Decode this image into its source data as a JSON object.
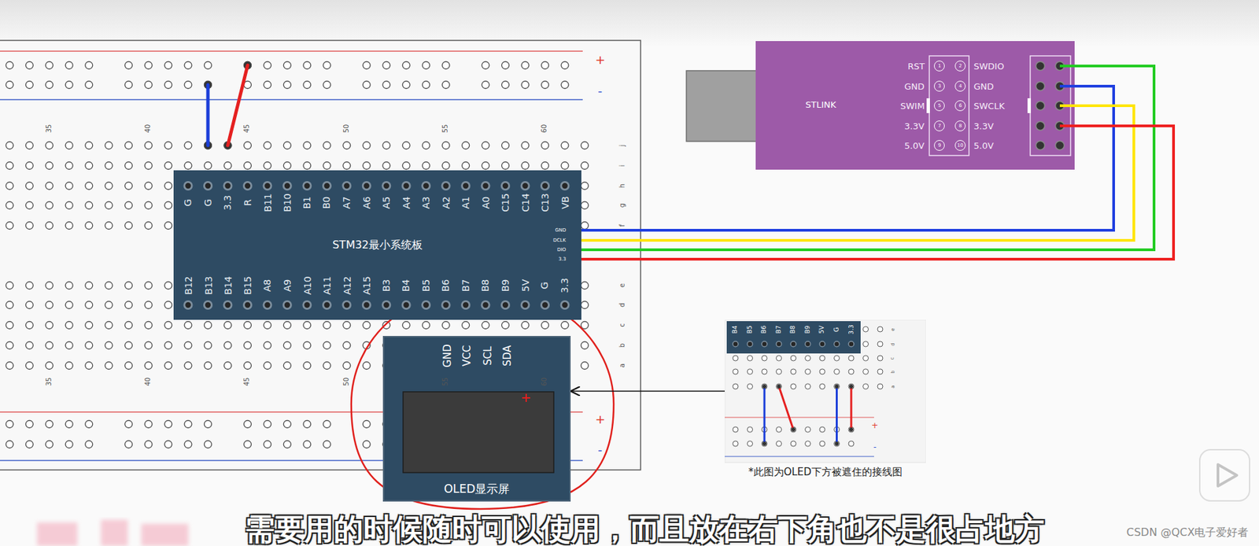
{
  "diagram": {
    "nodes": [
      {
        "text": [
          "STM32最小系统板"
        ]
      },
      {
        "text": [
          "STLINK"
        ]
      },
      {
        "text": [
          "OLED显示屏"
        ]
      },
      {
        "text": [
          "*此图为OLED下方被遮住的接线图"
        ]
      }
    ],
    "edges": [
      {
        "from": 0,
        "to": 1,
        "arrow": "none"
      },
      {
        "from": 0,
        "to": 1,
        "arrow": "none"
      },
      {
        "from": 0,
        "to": 1,
        "arrow": "none"
      },
      {
        "from": 0,
        "to": 1,
        "arrow": "none"
      },
      {
        "from": 3,
        "to": 2,
        "arrow": "to"
      }
    ],
    "labels": [
      "+",
      "-",
      "35",
      "40",
      "45",
      "50",
      "55",
      "60",
      "j",
      "i",
      "h",
      "g",
      "f",
      "e",
      "d",
      "c",
      "b",
      "a",
      "G",
      "G",
      "3.3",
      "R",
      "B11",
      "B10",
      "B1",
      "B0",
      "A7",
      "A6",
      "A5",
      "A4",
      "A3",
      "A2",
      "A1",
      "A0",
      "C15",
      "C14",
      "C13",
      "VB",
      "B12",
      "B13",
      "B14",
      "B15",
      "A8",
      "A9",
      "A10",
      "A11",
      "A12",
      "A15",
      "B3",
      "B4",
      "B5",
      "B6",
      "B7",
      "B8",
      "B9",
      "5V",
      "G",
      "3.3",
      "GND",
      "DCLK",
      "DIO",
      "3.3",
      "35",
      "40",
      "45",
      "50",
      "55",
      "60",
      "+",
      "-",
      "RST",
      "GND",
      "SWIM",
      "3.3V",
      "5.0V",
      "1",
      "2",
      "3",
      "4",
      "5",
      "6",
      "7",
      "8",
      "9",
      "10",
      "SWDIO",
      "GND",
      "SWCLK",
      "3.3V",
      "5.0V",
      "GND",
      "VCC",
      "SCL",
      "SDA",
      "B4",
      "B5",
      "B6",
      "B7",
      "B8",
      "B9",
      "5V",
      "G",
      "3.3",
      "e",
      "d",
      "c",
      "b",
      "a",
      "+",
      "-",
      "需要用的时候随时可以使用，而且放在右下角也不是很占地方",
      "CSDN @QCX电子爱好者"
    ]
  }
}
